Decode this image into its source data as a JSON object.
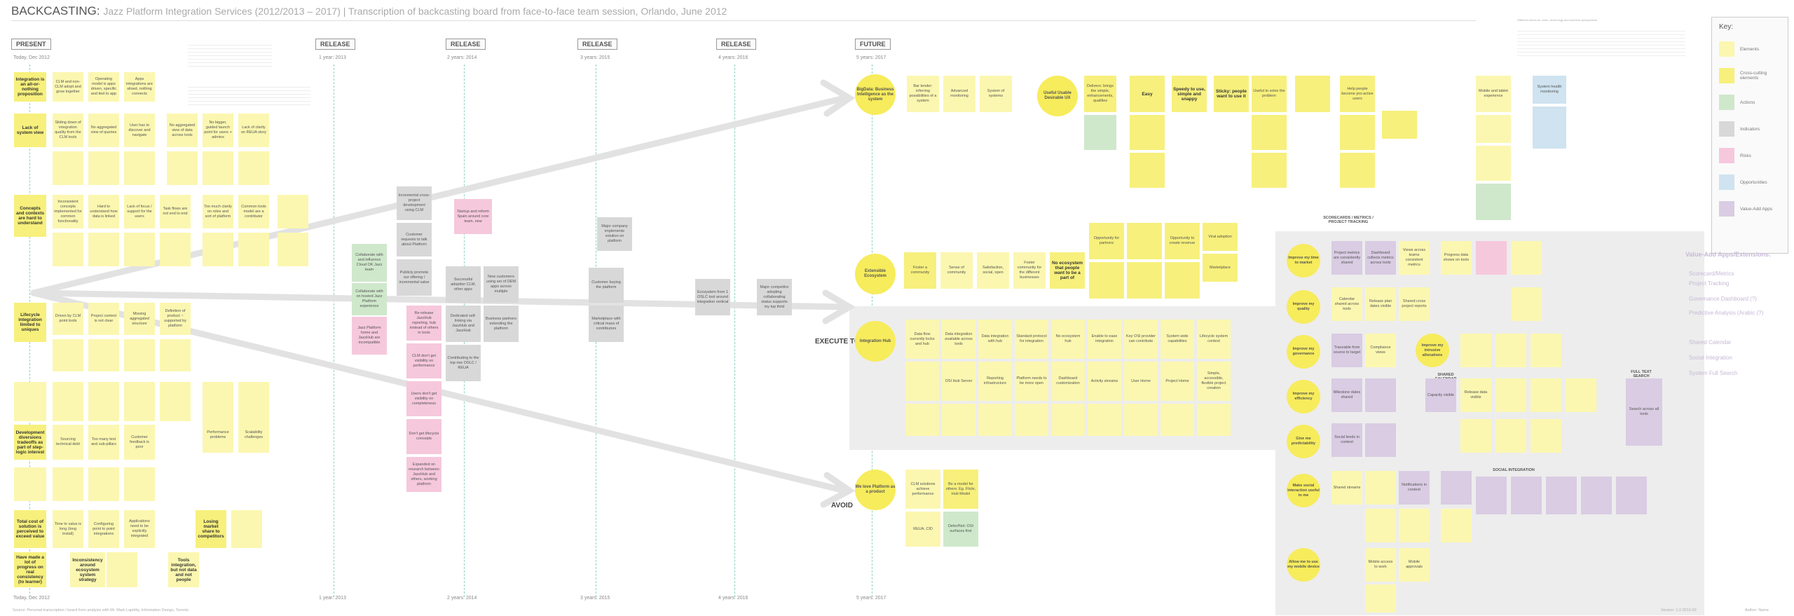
{
  "title": {
    "main": "BACKCASTING:",
    "sub": "Jazz Platform Integration Services (2012/2013 – 2017)  |  Transcription of backcasting board from face-to-face team session, Orlando, June 2012"
  },
  "timeline": {
    "present": {
      "label": "PRESENT",
      "sub": "Today, Dec 2012"
    },
    "releases": [
      {
        "label": "RELEASE",
        "sub": "1 year: 2013"
      },
      {
        "label": "RELEASE",
        "sub": "2 years: 2014"
      },
      {
        "label": "RELEASE",
        "sub": "3 years: 2015"
      },
      {
        "label": "RELEASE",
        "sub": "4 years: 2016"
      }
    ],
    "future": {
      "label": "FUTURE",
      "sub": "5 years: 2017"
    }
  },
  "present_column": [
    {
      "title": "Integration is an all-or-nothing proposition",
      "notes": [
        "CLM and non-CLM adopt and grow together",
        "Operating model is apps driven, specific and tied to app",
        "Apps integrations are siloed, nothing connects"
      ]
    },
    {
      "title": "Lack of system view",
      "notes": [
        "Sliding down of integration quality from the CLM tools",
        "No aggregated view of queries",
        "User has to discover and navigate",
        "No aggregated view of data across tools",
        "No bigger, guided launch point for users + admins",
        "Lack of clarity on REUA story"
      ]
    },
    {
      "title": "Concepts and contexts are hard to understand",
      "notes": [
        "Inconsistent concepts implemented for common functionality",
        "Hard to understand how data is linked",
        "Lack of focus / support for the users",
        "Task flows are not end to end",
        "Too much clarity on roles and sort of platform",
        "Common tools model are a contributor"
      ]
    },
    {
      "title": "Lifecycle integration limited to uniques",
      "notes": [
        "Driven by CLM point tools",
        "Project context is not clear",
        "Missing aggregated structure",
        "Definition of product ~ supported by platform"
      ]
    },
    {
      "title": "Development diversions tradeoffs as part of step-logic interest",
      "notes": [
        "Sourcing technical debt",
        "Too many test and sub-pillars",
        "Customer feedback is poor",
        "Performance problems",
        "Scalability challenges"
      ]
    },
    {
      "title": "Total cost of solution is perceived to exceed value",
      "notes": [
        "Time to value is long (long install)",
        "Configuring point to point integrations",
        "Applications need to be explicitly integrated",
        "Losing market share to competitors"
      ]
    },
    {
      "title": "Have made a lot of progress on real consistency (to learner)",
      "notes": [
        "Inconsistency around ecosystem system strategy",
        "Tools integration, but not data and not people"
      ]
    }
  ],
  "future_lanes": {
    "bighint": {
      "circle": "BigData: Business Intelligence as the system",
      "notes": [
        "Bar tender: inferring possibilities of a system",
        "Advanced monitoring",
        "System of systems"
      ]
    },
    "useful": {
      "circle": "Useful Usable Desirable UX",
      "notes": [
        "Delivers: brings the simple, enhancements, qualities",
        "Easy",
        "Speedy to use, simple and snappy",
        "Sticky: people want to use it",
        "Useful to solve the problem",
        "Help people become pro-active users",
        "Mobile and tablet experience",
        "System health monitoring"
      ]
    },
    "ecosystem": {
      "circle": "Extensible Ecosystem",
      "notes": [
        "Foster a community",
        "Sense of community",
        "Satisfaction, social, open",
        "Foster community for the different businesses",
        "No ecosystem that people want to be a part of",
        "Opportunity for partners",
        "Opportunity to create revenue",
        "Viral adoption",
        "Marketplace"
      ]
    },
    "integration": {
      "circle": "Integration Hub",
      "notes": [
        "Data flow currently locks and hub",
        "Data integration available across tools",
        "Data integration with hub",
        "Standard protocol for integration",
        "No ecosystem hub",
        "Enable to ease integration",
        "Key OSI provider can contribute",
        "System wide capabilities",
        "Lifecycle system context",
        "OSI Hub Server",
        "Reporting infrastructure",
        "Platform needs to be more open",
        "Dashboard customization",
        "Activity streams",
        "User Home",
        "Project Home",
        "Simple, accessible, flexible project creation"
      ]
    },
    "avoid": {
      "circle": "We love Platform as a product",
      "notes": [
        "CLM solutions achieve performance",
        "Be a model for others: Eg. Flickr, Hub Model",
        "REUA, CID",
        "Defer/Not: OSI surfaces first"
      ]
    }
  },
  "mid_notes": {
    "green": [
      "Collaborate with and influence Cloud OK Jazz team",
      "Collaborate with on hosted Jazz Platform experience",
      "Jazz Platform home and JazzHub are incompatible"
    ],
    "gray1": [
      "Incremental cross-project development using CLM",
      "Customer requests to talk about Platform",
      "Publicly promote our offering / incremental value"
    ],
    "pink_top": "Startup and reform Spain around core team, new",
    "gray2": [
      "Successful adoption CLM, other apps",
      "New customers using set of DEM apps across multiple",
      "Dedicated self-linking via JazzHub and JazzHub",
      "Business partners extending the platform",
      "Contributing to the top rise OSLC / REUA"
    ],
    "pink_col": [
      "Re-release JazzHub reporting, hub instead of others in tools",
      "CLM don't get visibility on performance",
      "Users don't get visibility on completeness",
      "Don't get lifecycle concepts",
      "Expanded on research between JazzHub and others, working platform"
    ],
    "gray3": [
      "Major company implements solution on platform",
      "Customer buying the platform",
      "Marketplace with critical mass of contributors"
    ],
    "gray4": [
      "Ecosystem from 1 OSLC tool around integration vertical",
      "Major competitor adopting collaborating status supports my top third"
    ]
  },
  "center_labels": {
    "execute": "EXECUTE TO",
    "avoid": "AVOID"
  },
  "right_panel": {
    "titles": [
      "SCORECARDS / METRICS / PROJECT TRACKING",
      "SHARED CALENDAR",
      "SOCIAL INTEGRATION",
      "FULL TEXT SEARCH"
    ],
    "circles": [
      "Improve my time to market",
      "Improve my quality",
      "Improve my governance",
      "Improve my efficiency",
      "Give me predictability",
      "Make social interaction useful to me",
      "Allow me to use my mobile device",
      "Improve my intrusive allocations"
    ],
    "notes": [
      "Project metrics are consistently shared",
      "Dashboard collects metrics across tools",
      "Views across teams consistent metrics",
      "Progress data shows on tools",
      "Calendar shared across tools",
      "Release plan dates visible",
      "Shared cross project reports",
      "Traceable from source to target",
      "Compliance views",
      "Milestone dates shared",
      "Capacity visible",
      "Release data visible",
      "Social feeds in context",
      "Shared streams",
      "Notifications in context",
      "Search across all tools",
      "Mobile access to work",
      "Mobile approvals"
    ]
  },
  "key": {
    "title": "Key:",
    "items": [
      {
        "label": "Elements",
        "color": "#fbf7b0"
      },
      {
        "label": "Cross-cutting elements",
        "color": "#f7f07c"
      },
      {
        "label": "Actions",
        "color": "#cfe8cb"
      },
      {
        "label": "Indicators",
        "color": "#d8d8d8"
      },
      {
        "label": "Risks",
        "color": "#f6c8dc"
      },
      {
        "label": "Opportunities",
        "color": "#cfe3f0"
      },
      {
        "label": "Value-Add Apps",
        "color": "#d9cce3"
      }
    ]
  },
  "value_add": {
    "title": "Value-Add Apps/Extensions:",
    "items": [
      "Scorecard/Metrics",
      "Project Tracking",
      "Governance Dashboard (?)",
      "Predictive Analysis (Arabic (?)",
      "Shared Calendar",
      "Social Integration",
      "System Full Search"
    ]
  },
  "top_right_note": "Different values for users, technology and business perspectives",
  "footer": {
    "source": "Source: Personal transcription / board from analysis with Mr. Mark Lapidity, Information Design, Toronto",
    "version": "Version: 1.0 2013-02",
    "author": "Author: Name"
  }
}
